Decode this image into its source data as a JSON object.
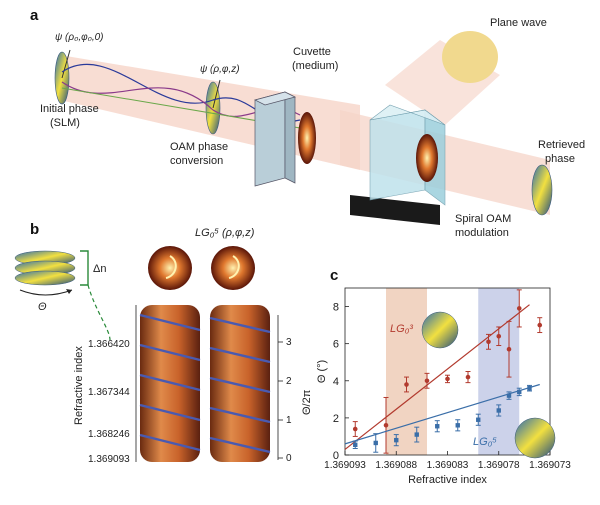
{
  "panel_a": {
    "letter": "a",
    "psi_initial": "ψ (ρ₀,φ₀,0)",
    "psi_conv": "ψ (ρ,φ,z)",
    "initial_phase": [
      "Initial phase",
      "(SLM)"
    ],
    "oam_conversion": [
      "OAM phase",
      "conversion"
    ],
    "cuvette": [
      "Cuvette",
      "(medium)"
    ],
    "plane_wave": "Plane wave",
    "retrieved": [
      "Retrieved",
      "phase"
    ],
    "spiral_mod": [
      "Spiral OAM",
      "modulation"
    ]
  },
  "panel_b": {
    "letter": "b",
    "mode_label": "LG₀⁵ (ρ,φ,z)",
    "delta_n": "Δn",
    "theta": "Θ",
    "ylabel": "Refractive index",
    "y_ticks": [
      "1.366420",
      "1.367344",
      "1.368246",
      "1.369093"
    ],
    "right_label": "Θ/2π",
    "right_ticks": [
      "3",
      "2",
      "1",
      "0"
    ]
  },
  "panel_c": {
    "letter": "c",
    "legend_lg3": "LG₀³",
    "legend_lg5": "LG₀⁵"
  },
  "chart_data": {
    "type": "scatter",
    "title": "",
    "xlabel": "Refractive index",
    "ylabel": "Θ (°)",
    "x_tick_labels": [
      "1.369093",
      "1.369088",
      "1.369083",
      "1.369078",
      "1.369073"
    ],
    "x_tick_values": [
      1.369093,
      1.369088,
      1.369083,
      1.369078,
      1.369073
    ],
    "xlim": [
      1.369093,
      1.369073
    ],
    "ylim": [
      0,
      9
    ],
    "y_ticks": [
      0,
      2,
      4,
      6,
      8
    ],
    "shaded_regions": [
      {
        "x0": 1.369089,
        "x1": 1.369085,
        "color": "#e8b89a"
      },
      {
        "x0": 1.36908,
        "x1": 1.369076,
        "color": "#aab4dc"
      }
    ],
    "series": [
      {
        "name": "LG₀³",
        "color": "#b23a2e",
        "x": [
          1.369092,
          1.369089,
          1.369087,
          1.369085,
          1.369083,
          1.369081,
          1.369079,
          1.369078,
          1.369077,
          1.369076,
          1.369074
        ],
        "y": [
          1.4,
          1.6,
          3.8,
          4.0,
          4.1,
          4.2,
          6.1,
          6.4,
          5.7,
          7.9,
          7.0
        ],
        "err": [
          0.4,
          1.5,
          0.4,
          0.4,
          0.2,
          0.3,
          0.4,
          0.5,
          1.5,
          1.0,
          0.4
        ],
        "fit": [
          [
            1.369093,
            0.3
          ],
          [
            1.369075,
            8.1
          ]
        ]
      },
      {
        "name": "LG₀⁵",
        "color": "#3a6ea8",
        "x": [
          1.369092,
          1.36909,
          1.369088,
          1.369086,
          1.369084,
          1.369082,
          1.36908,
          1.369078,
          1.369077,
          1.369076,
          1.369075
        ],
        "y": [
          0.55,
          0.65,
          0.8,
          1.1,
          1.55,
          1.6,
          1.9,
          2.4,
          3.2,
          3.4,
          3.6
        ],
        "err": [
          0.2,
          0.5,
          0.3,
          0.4,
          0.3,
          0.3,
          0.3,
          0.3,
          0.2,
          0.2,
          0.15
        ],
        "fit": [
          [
            1.369093,
            0.6
          ],
          [
            1.369074,
            3.8
          ]
        ]
      }
    ]
  },
  "colors": {
    "beam": "#f6d4c8",
    "plane_wave": "#f1d98e",
    "copper": "#c8622a"
  }
}
